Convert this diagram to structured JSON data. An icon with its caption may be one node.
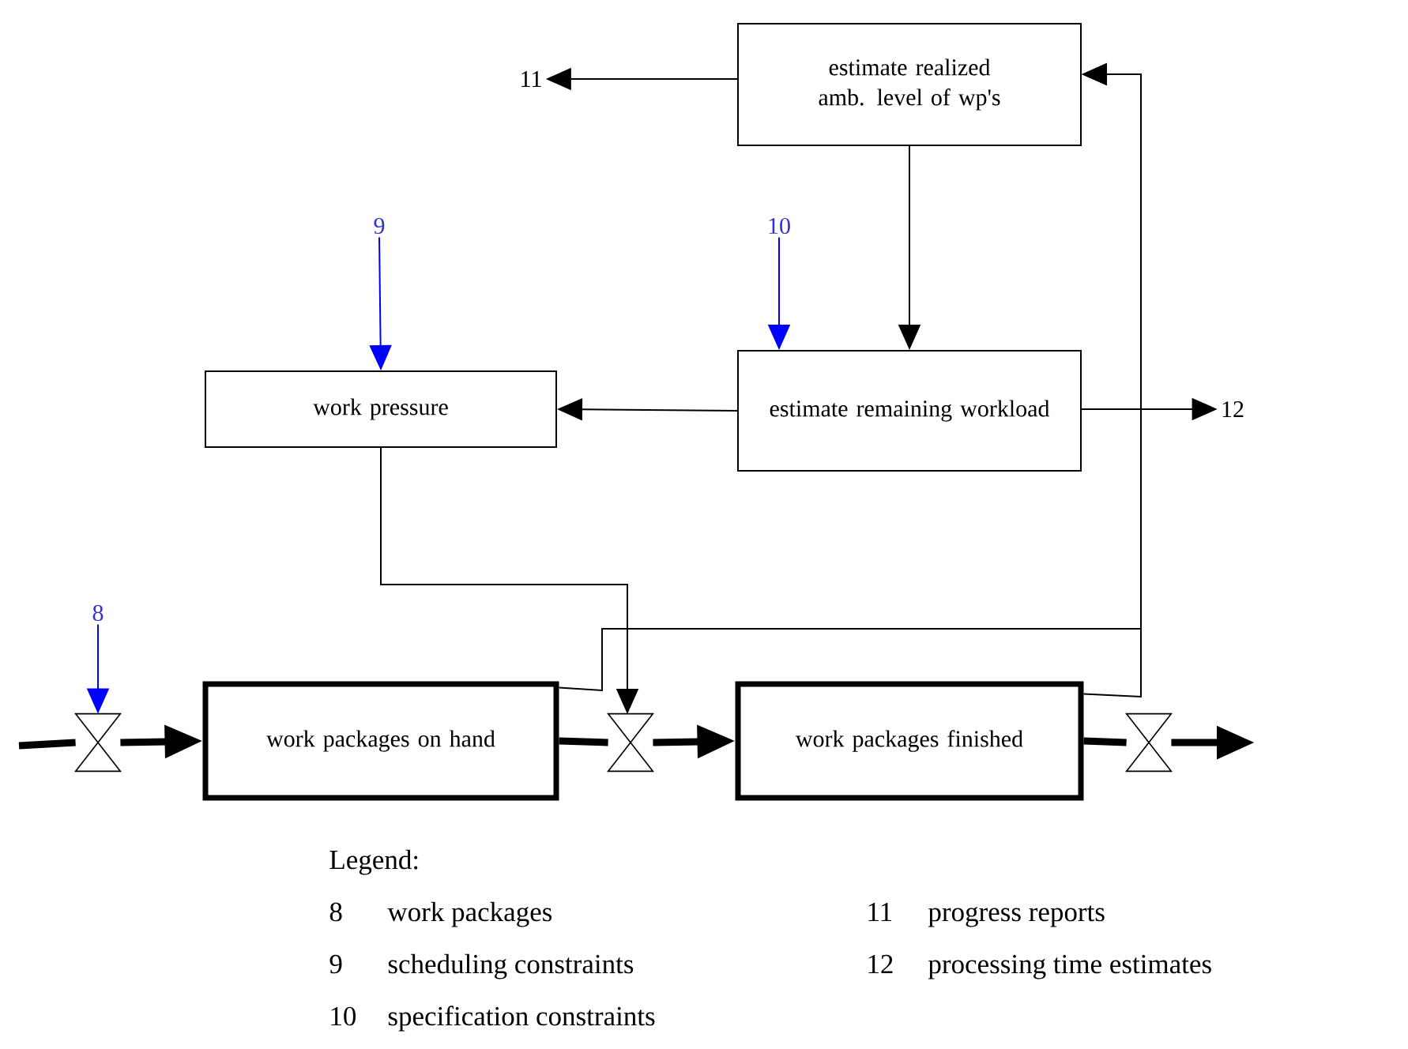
{
  "diagram": {
    "nodes": [
      {
        "text": [
          "estimate realized amb. level of wp's"
        ]
      },
      {
        "text": [
          "11"
        ]
      },
      {
        "text": [
          "9"
        ]
      },
      {
        "text": [
          "10"
        ]
      },
      {
        "text": [
          "work pressure"
        ]
      },
      {
        "text": [
          "estimate remaining workload"
        ]
      },
      {
        "text": [
          "12"
        ]
      },
      {
        "text": [
          "8"
        ]
      },
      {
        "text": [],
        "shape": "valve"
      },
      {
        "text": [
          "work packages on hand"
        ]
      },
      {
        "text": [],
        "shape": "valve"
      },
      {
        "text": [
          "work packages finished"
        ]
      },
      {
        "text": [],
        "shape": "valve"
      }
    ],
    "edges": [
      {
        "from": 0,
        "to": 1,
        "arrow": "to"
      },
      {
        "from": 0,
        "to": 5,
        "arrow": "to"
      },
      {
        "from": 2,
        "to": 4,
        "arrow": "to",
        "color": "#0000ff"
      },
      {
        "from": 3,
        "to": 5,
        "arrow": "to",
        "color": "#0000ff"
      },
      {
        "from": 5,
        "to": 4,
        "arrow": "to"
      },
      {
        "from": 5,
        "to": 6,
        "arrow": "to"
      },
      {
        "from": 4,
        "to": 10,
        "arrow": "to"
      },
      {
        "from": 9,
        "to": 0,
        "arrow": "to"
      },
      {
        "from": 11,
        "to": 0,
        "arrow": "to"
      },
      {
        "from": 7,
        "to": 8,
        "arrow": "to",
        "color": "#0000ff"
      },
      {
        "from": null,
        "to": 8,
        "arrow": "none",
        "style": "thick"
      },
      {
        "from": 8,
        "to": 9,
        "arrow": "to",
        "style": "thick"
      },
      {
        "from": 9,
        "to": 10,
        "arrow": "none",
        "style": "thick"
      },
      {
        "from": 10,
        "to": 11,
        "arrow": "to",
        "style": "thick"
      },
      {
        "from": 11,
        "to": 12,
        "arrow": "none",
        "style": "thick"
      },
      {
        "from": 12,
        "to": null,
        "arrow": "to",
        "style": "thick"
      }
    ],
    "labels": [
      "Legend:",
      "8",
      "work packages",
      "11",
      "progress reports",
      "9",
      "scheduling constraints",
      "12",
      "processing time estimates",
      "10",
      "specification constraints"
    ]
  }
}
